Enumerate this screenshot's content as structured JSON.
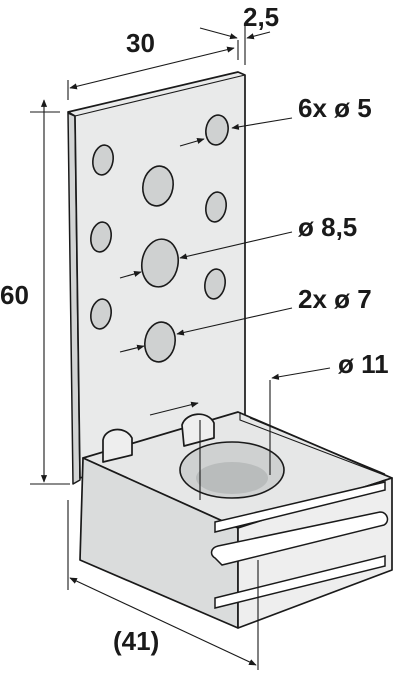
{
  "labels": {
    "dim_30": "30",
    "dim_2_5": "2,5",
    "dim_60": "60",
    "holes_6x_5": "6x ø 5",
    "hole_8_5": "ø 8,5",
    "holes_2x_7": "2x ø 7",
    "hole_11": "ø 11",
    "dim_41": "(41)"
  },
  "colors": {
    "ink": "#1a1a1a",
    "metal_light": "#e9eaea",
    "metal_mid": "#dadcdc",
    "hole_fill": "#cfd1d1",
    "background": "#ffffff"
  }
}
